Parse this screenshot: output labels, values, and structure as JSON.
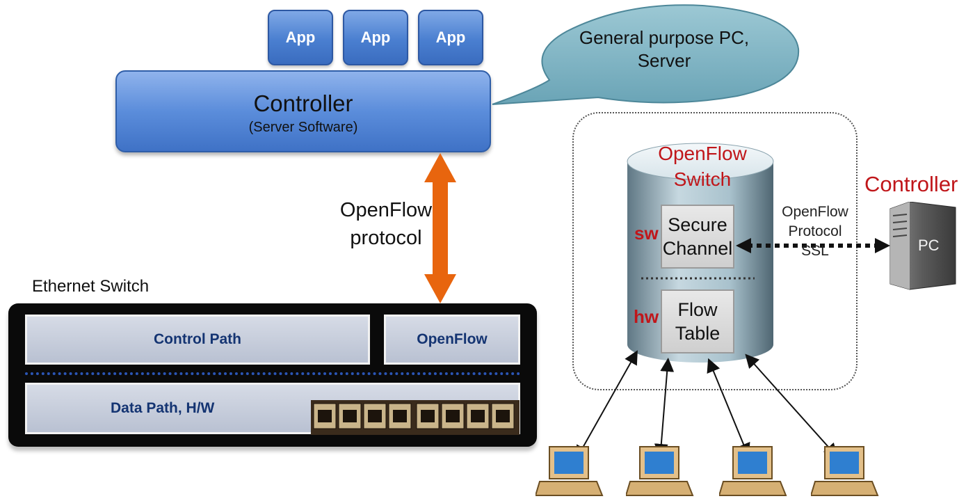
{
  "apps": [
    "App",
    "App",
    "App"
  ],
  "controller": {
    "title": "Controller",
    "subtitle": "(Server  Software)"
  },
  "bubble": {
    "line1": "General purpose PC,",
    "line2": "Server"
  },
  "protocol_label": {
    "line1": "OpenFlow",
    "line2": "protocol"
  },
  "ethernet_switch": {
    "title": "Ethernet Switch",
    "control_path": "Control Path",
    "openflow": "OpenFlow",
    "data_path": "Data Path, H/W"
  },
  "openflow_switch": {
    "title_line1": "OpenFlow",
    "title_line2": "Switch",
    "sw_label": "sw",
    "hw_label": "hw",
    "secure_channel_line1": "Secure",
    "secure_channel_line2": "Channel",
    "flow_table_line1": "Flow",
    "flow_table_line2": "Table"
  },
  "right_protocol": {
    "line1": "OpenFlow",
    "line2": "Protocol",
    "line3": "SSL"
  },
  "right_controller": {
    "title": "Controller",
    "pc_label": "PC"
  },
  "colors": {
    "accent_blue": "#4a7fd0",
    "arrow_orange": "#e8650e",
    "label_red": "#c0161a",
    "bubble_teal": "#7fb3c2",
    "panel_text": "#143472"
  }
}
